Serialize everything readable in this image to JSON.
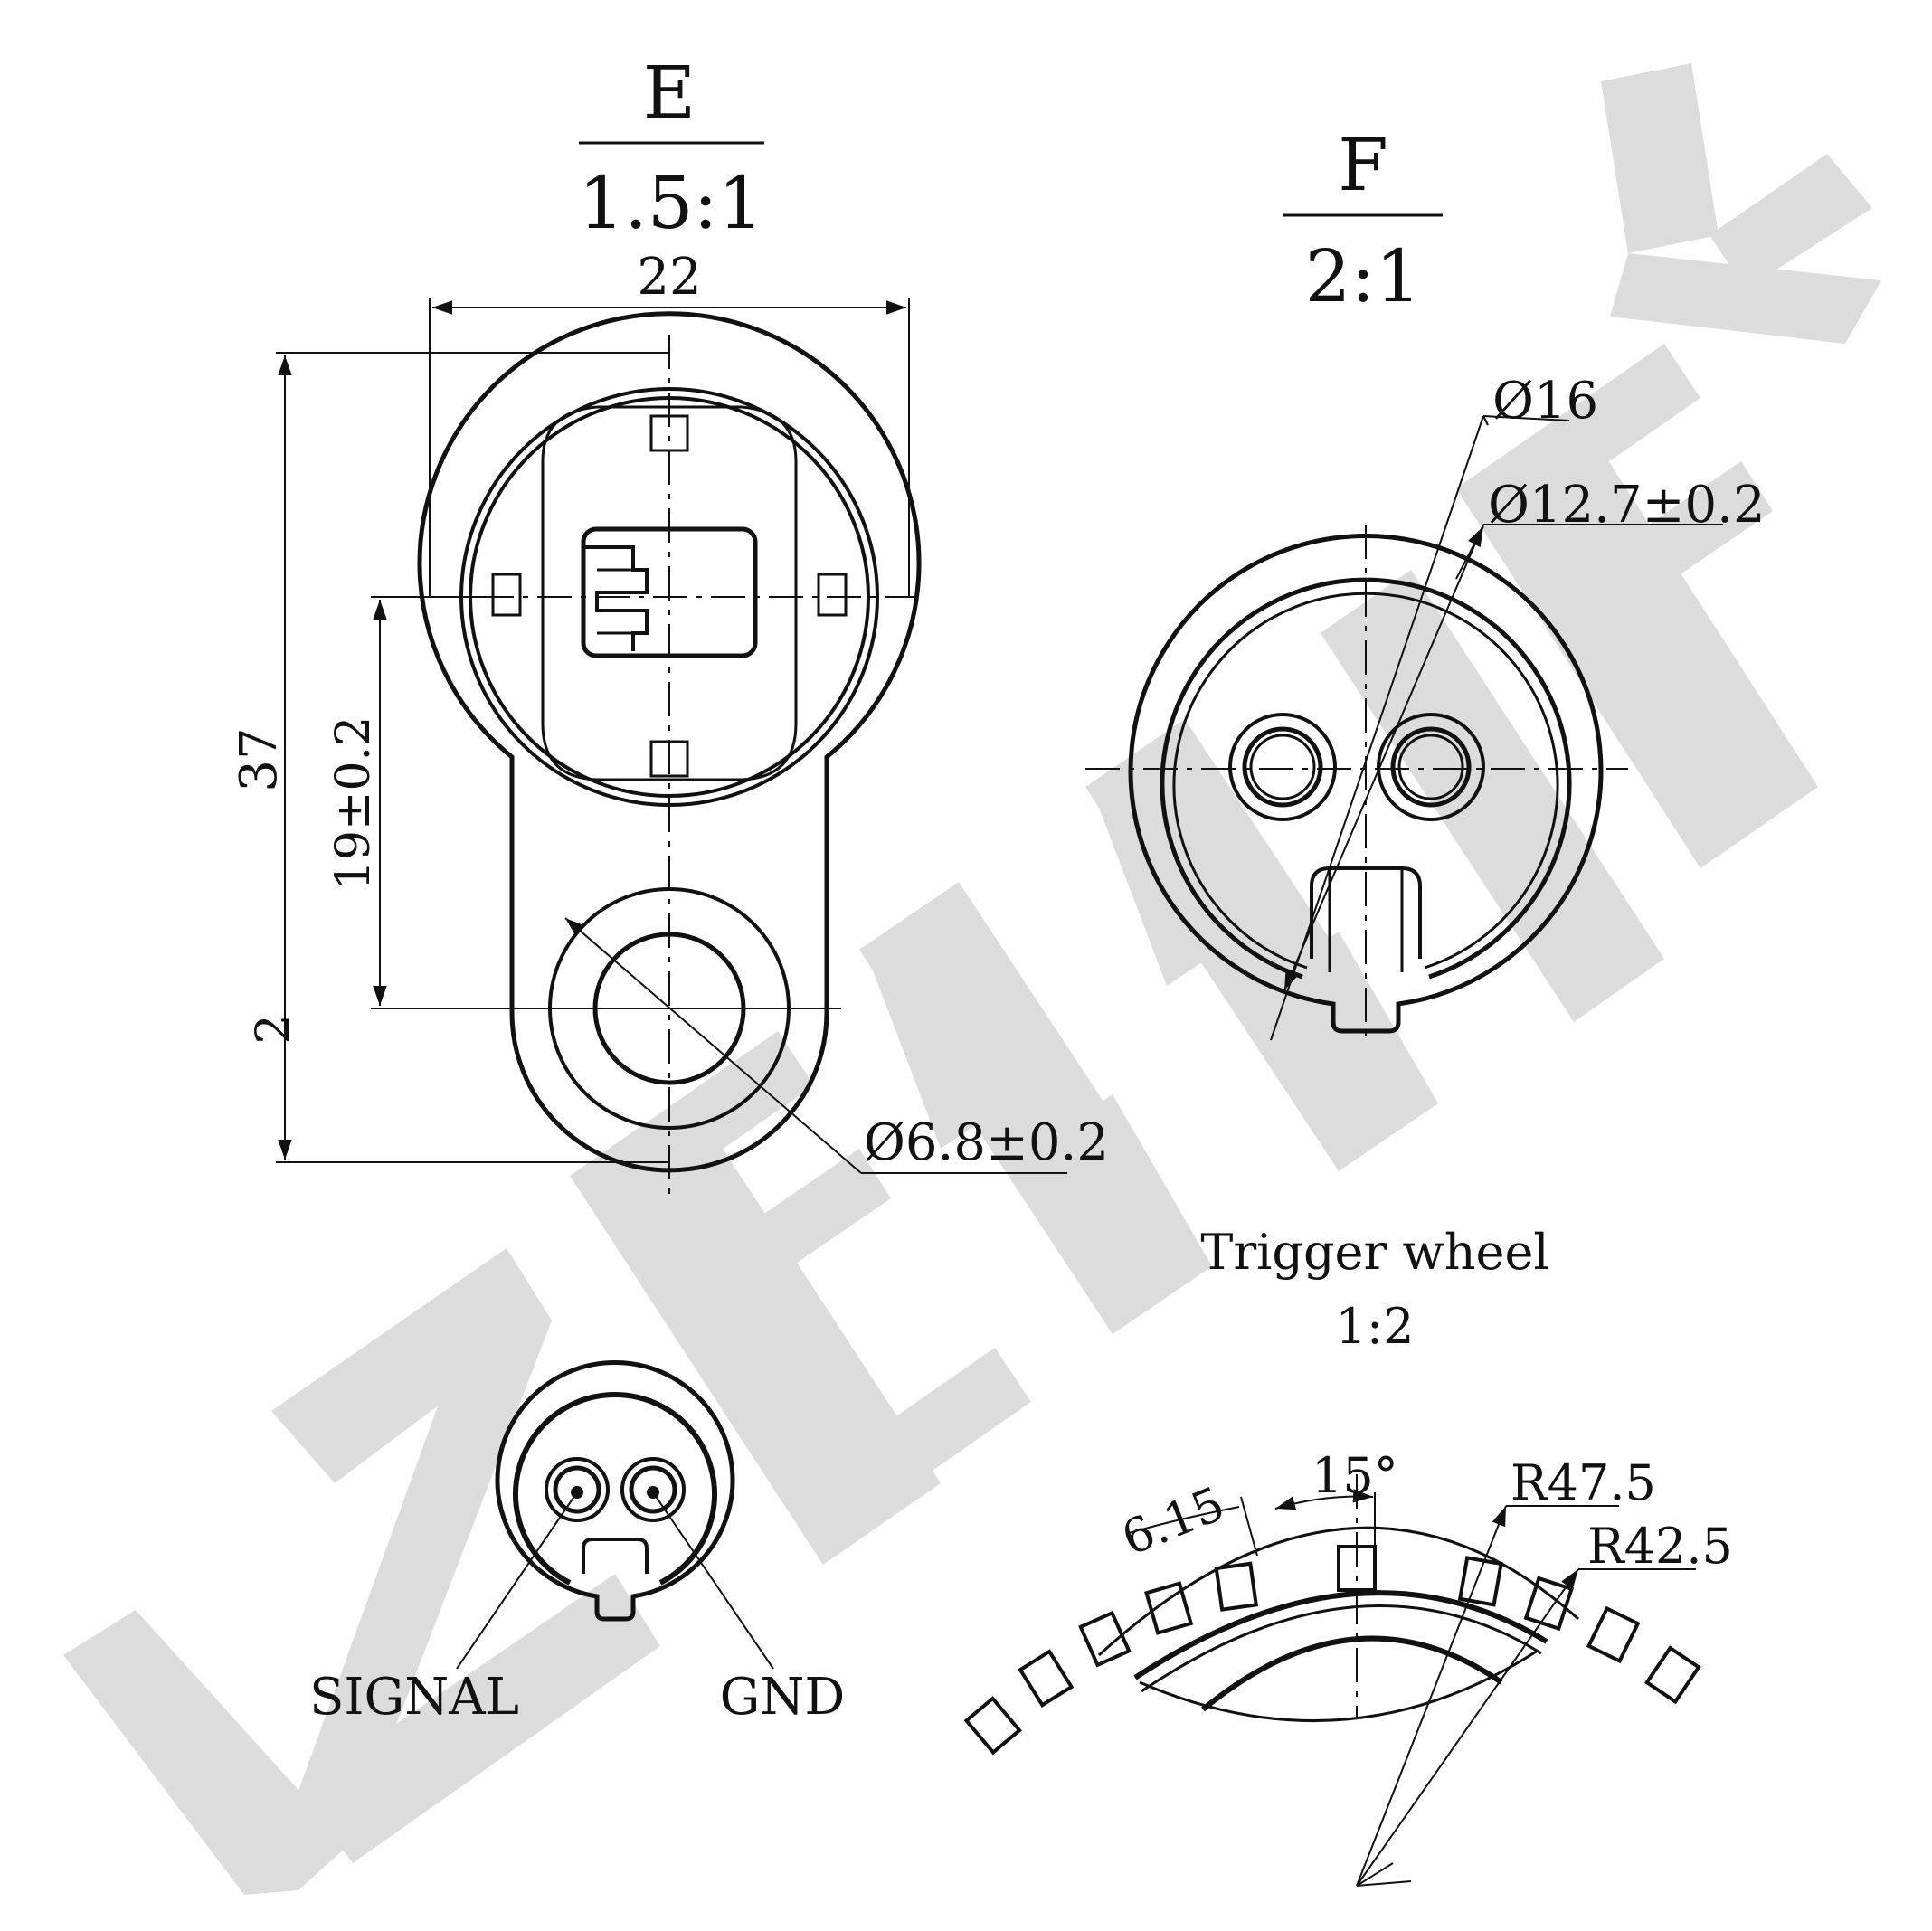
{
  "colors": {
    "ink": "#111111",
    "watermark": "#dcdcdc",
    "background": "#ffffff"
  },
  "view_e": {
    "label": "E",
    "scale": "1.5:1",
    "dim_width": "22",
    "dim_height": "37",
    "dim_pitch": "19±0.2",
    "dim_partial": "2",
    "dim_hole": "Ø6.8±0.2"
  },
  "view_f": {
    "label": "F",
    "scale": "2:1",
    "dim_outer": "Ø16",
    "dim_inner": "Ø12.7±0.2"
  },
  "pinout": {
    "signal": "SIGNAL",
    "gnd": "GND"
  },
  "trigger_wheel": {
    "title": "Trigger wheel",
    "scale": "1:2",
    "dim_tooth": "6.15",
    "dim_angle": "15°",
    "dim_r_outer": "R47.5",
    "dim_r_inner": "R42.5"
  },
  "watermark": {
    "text": "ZENNIEK",
    "icon": "zenniek-logo-icon"
  }
}
